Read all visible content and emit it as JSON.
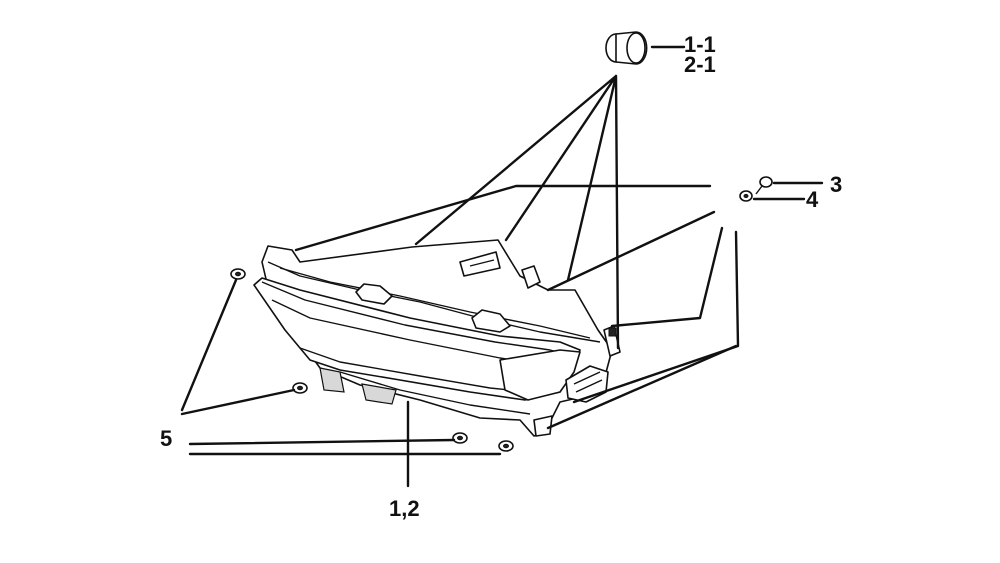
{
  "callouts": {
    "c_1_1": "1-1",
    "c_2_1": "2-1",
    "c_3": "3",
    "c_4": "4",
    "c_5": "5",
    "c_1_2": "1,2"
  },
  "colors": {
    "line": "#111111",
    "background": "#ffffff",
    "shade": "#d8d8d8"
  }
}
